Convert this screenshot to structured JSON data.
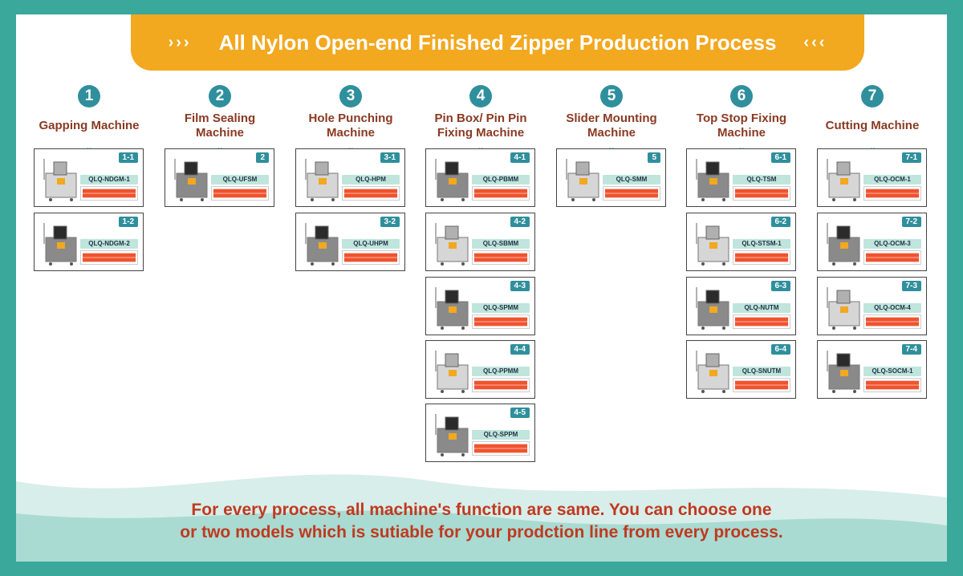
{
  "header": {
    "arrows_left": "›››",
    "title": "All Nylon Open-end Finished Zipper  Production Process",
    "arrows_right": "‹‹‹"
  },
  "colors": {
    "accent": "#f2a81f",
    "teal": "#2f8f9d",
    "label": "#8a3a22",
    "zipper": "#f0532f",
    "footer": "#c0391f"
  },
  "steps": [
    {
      "num": "1",
      "label": "Gapping Machine",
      "cards": [
        {
          "badge": "1-1",
          "model": "QLQ-NDGM-1"
        },
        {
          "badge": "1-2",
          "model": "QLQ-NDGM-2"
        }
      ]
    },
    {
      "num": "2",
      "label": "Film Sealing Machine",
      "cards": [
        {
          "badge": "2",
          "model": "QLQ-UFSM"
        }
      ]
    },
    {
      "num": "3",
      "label": "Hole Punching Machine",
      "cards": [
        {
          "badge": "3-1",
          "model": "QLQ-HPM"
        },
        {
          "badge": "3-2",
          "model": "QLQ-UHPM"
        }
      ]
    },
    {
      "num": "4",
      "label": "Pin Box/ Pin Pin Fixing Machine",
      "cards": [
        {
          "badge": "4-1",
          "model": "QLQ-PBMM"
        },
        {
          "badge": "4-2",
          "model": "QLQ-SBMM"
        },
        {
          "badge": "4-3",
          "model": "QLQ-SPMM"
        },
        {
          "badge": "4-4",
          "model": "QLQ-PPMM"
        },
        {
          "badge": "4-5",
          "model": "QLQ-SPPM"
        }
      ]
    },
    {
      "num": "5",
      "label": "Slider Mounting Machine",
      "cards": [
        {
          "badge": "5",
          "model": "QLQ-SMM"
        }
      ]
    },
    {
      "num": "6",
      "label": "Top  Stop Fixing Machine",
      "cards": [
        {
          "badge": "6-1",
          "model": "QLQ-TSM"
        },
        {
          "badge": "6-2",
          "model": "QLQ-STSM-1"
        },
        {
          "badge": "6-3",
          "model": "QLQ-NUTM"
        },
        {
          "badge": "6-4",
          "model": "QLQ-SNUTM"
        }
      ]
    },
    {
      "num": "7",
      "label": "Cutting Machine",
      "cards": [
        {
          "badge": "7-1",
          "model": "QLQ-OCM-1"
        },
        {
          "badge": "7-2",
          "model": "QLQ-OCM-3"
        },
        {
          "badge": "7-3",
          "model": "QLQ-OCM-4"
        },
        {
          "badge": "7-4",
          "model": "QLQ-SOCM-1"
        }
      ]
    }
  ],
  "footer": {
    "line1": "For every process, all machine's function are same. You can choose one",
    "line2": "or two models which is sutiable for your prodction line from every process."
  }
}
